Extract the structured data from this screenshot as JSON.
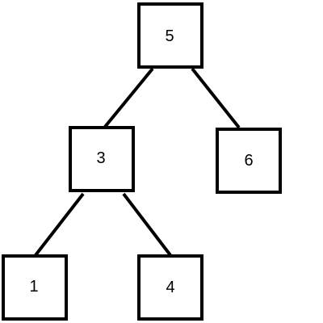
{
  "tree": {
    "nodes": [
      {
        "id": "n5",
        "label": "5"
      },
      {
        "id": "n3",
        "label": "3"
      },
      {
        "id": "n6",
        "label": "6"
      },
      {
        "id": "n1",
        "label": "1"
      },
      {
        "id": "n4",
        "label": "4"
      }
    ],
    "edges": [
      {
        "from": "n5",
        "to": "n3"
      },
      {
        "from": "n5",
        "to": "n6"
      },
      {
        "from": "n3",
        "to": "n1"
      },
      {
        "from": "n3",
        "to": "n4"
      }
    ]
  }
}
